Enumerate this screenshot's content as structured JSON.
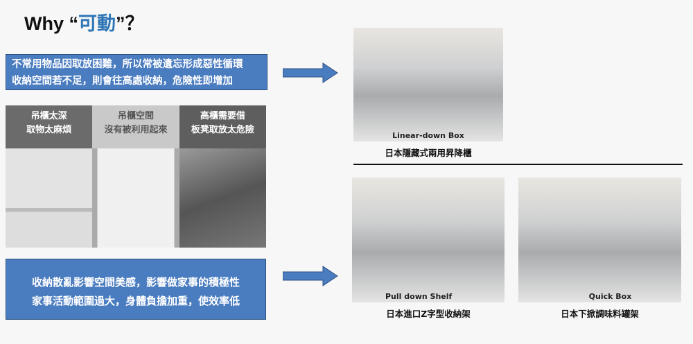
{
  "title": {
    "prefix": "Why “",
    "highlight": "可動",
    "suffix": "”？"
  },
  "top_box": {
    "lines": [
      "不常用物品因取放困難，所以常被遺忘形成惡性循環",
      "收納空間若不足，則會往高處收納，危險性即增加"
    ]
  },
  "problems": [
    {
      "line1": "吊櫃太深",
      "line2": "取物太麻煩"
    },
    {
      "line1": "吊櫃空間",
      "line2": "沒有被利用起來"
    },
    {
      "line1": "高櫃需要借",
      "line2": "板凳取放太危險"
    }
  ],
  "bottom_box": {
    "lines": [
      "收納散亂影響空間美感，影響做家事的積極性",
      "家事活動範圍過大，身體負擔加重，使效率低"
    ]
  },
  "products": [
    {
      "tag": "Linear-down Box",
      "caption": "日本隱藏式兩用昇降櫃"
    },
    {
      "tag": "Pull down Shelf",
      "caption": "日本進口Z字型收納架"
    },
    {
      "tag": "Quick Box",
      "caption": "日本下掀調味料罐架"
    }
  ],
  "colors": {
    "accent": "#2e75b6",
    "box": "#4a7cc0"
  }
}
